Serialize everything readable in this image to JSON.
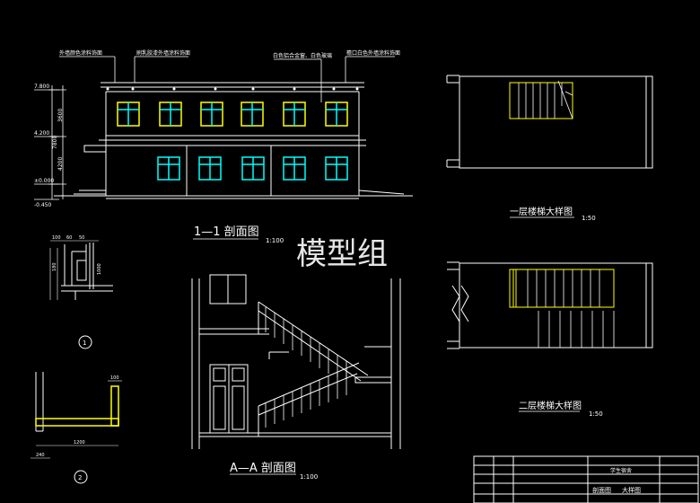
{
  "elevation": {
    "callouts": [
      "外墙颜色涂料饰面",
      "刷乳胶漆外墙涂料饰面",
      "白色铝合金窗、白色玻璃",
      "檐口白色外墙涂料饰面"
    ],
    "levels": [
      "7.800",
      "4.200",
      "±0.000",
      "-0.450"
    ],
    "dims": [
      "3600",
      "7800",
      "4200"
    ],
    "title": "1—1 剖面图",
    "scale": "1:100"
  },
  "stair1": {
    "title": "一层楼梯大样图",
    "scale": "1:50"
  },
  "stair2": {
    "title": "二层楼梯大样图",
    "scale": "1:50"
  },
  "section": {
    "title": "A—A 剖面图",
    "scale": "1:100"
  },
  "detail1": {
    "number": "1",
    "dims": [
      "100",
      "60",
      "50",
      "180",
      "1000"
    ]
  },
  "detail2": {
    "number": "2",
    "dims": [
      "100",
      "1200",
      "240"
    ]
  },
  "watermark": "模型组",
  "titleblock": {
    "school": "学生宿舍",
    "sheet_a": "剖面图",
    "sheet_b": "大样图"
  },
  "colors": {
    "background": "#000000",
    "line": "#ffffff",
    "window": "#00ffff",
    "stair": "#ffff00",
    "frame": "#ffffff"
  }
}
